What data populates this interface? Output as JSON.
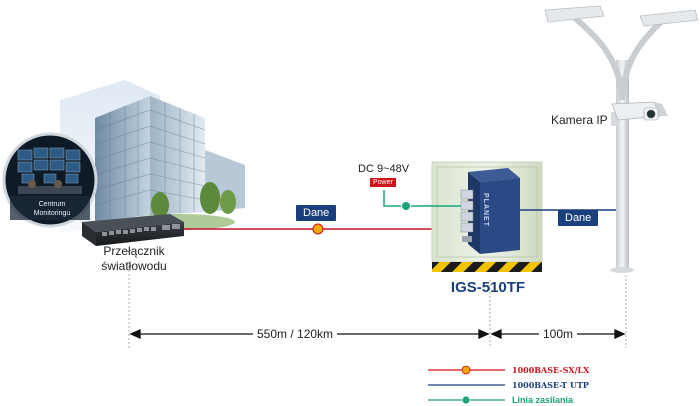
{
  "monitoring": {
    "label_line1": "Centrum",
    "label_line2": "Monitoringu"
  },
  "switch_left": {
    "label_line1": "Przełącznik",
    "label_line2": "światłowodu"
  },
  "power_source": {
    "voltage": "DC 9~48V",
    "tag": "Power"
  },
  "camera": {
    "label": "Kamera IP"
  },
  "device": {
    "name": "IGS-510TF",
    "front_text": "PLANET"
  },
  "links": {
    "fiber_badge": "Dane",
    "utp_badge": "Dane"
  },
  "distances": {
    "fiber": "550m / 120km",
    "utp": "100m"
  },
  "legend": [
    {
      "label": "1000BASE-SX/LX",
      "color": "#d0121a"
    },
    {
      "label": "1000BASE-T UTP",
      "color": "#1a3f7d"
    },
    {
      "label": "Linia zasilania",
      "color": "#1aa37a"
    }
  ],
  "colors": {
    "fiber": "#c8102e",
    "utp": "#1a3f7d",
    "power": "#1aa37a",
    "badge": "#1a3f7d"
  }
}
